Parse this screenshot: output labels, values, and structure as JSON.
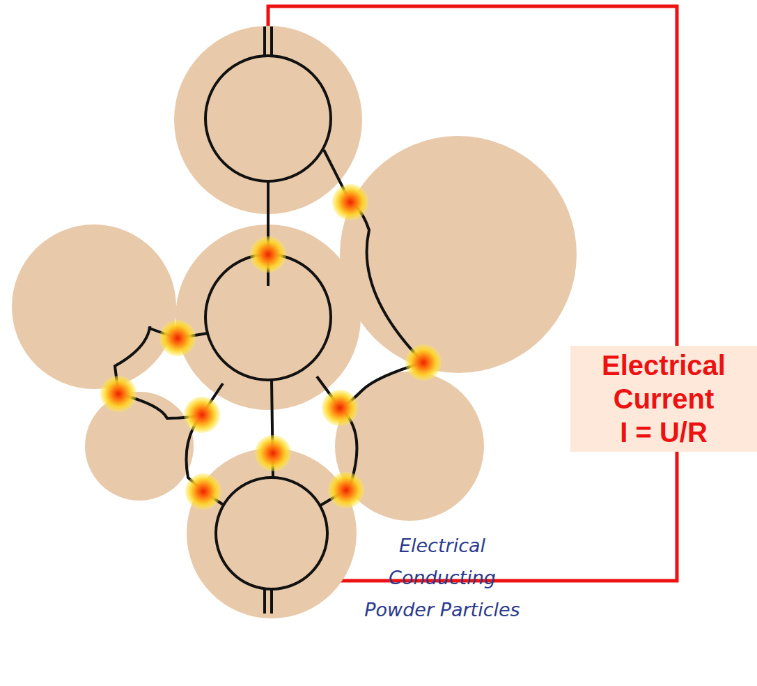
{
  "diagram": {
    "nodes": [
      {
        "text": [
          "Electrical Current",
          "I = U/R"
        ]
      }
    ],
    "labels": [
      "Electrical Conducting Powder Particles"
    ]
  }
}
